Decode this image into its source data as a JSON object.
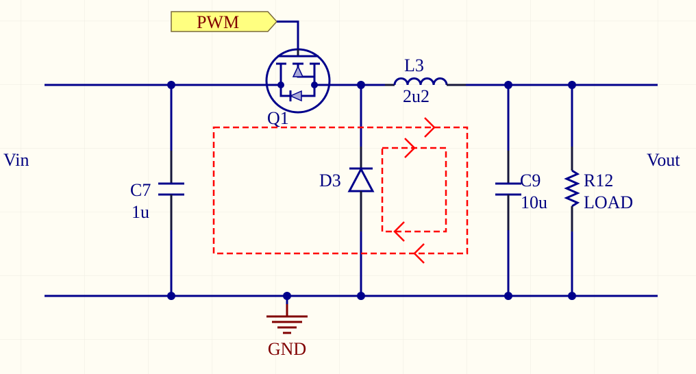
{
  "port": {
    "label": "PWM"
  },
  "nets": {
    "input": "Vin",
    "output": "Vout",
    "ground": "GND"
  },
  "components": {
    "q1": {
      "designator": "Q1"
    },
    "l3": {
      "designator": "L3",
      "value": "2u2"
    },
    "c7": {
      "designator": "C7",
      "value": "1u"
    },
    "d3": {
      "designator": "D3"
    },
    "c9": {
      "designator": "C9",
      "value": "10u"
    },
    "r12": {
      "designator": "R12",
      "value": "LOAD"
    }
  },
  "colors": {
    "background": "#fffdf3",
    "grid": "#ecebe1",
    "wire": "#00008b",
    "pin": "#16163a",
    "text": "#000080",
    "ground": "#800000",
    "port_fill": "#ffff80",
    "port_stroke": "#7a6a3a",
    "port_text": "#800000",
    "loop": "#ff0000",
    "mos_fill": "#a9a9d9"
  }
}
